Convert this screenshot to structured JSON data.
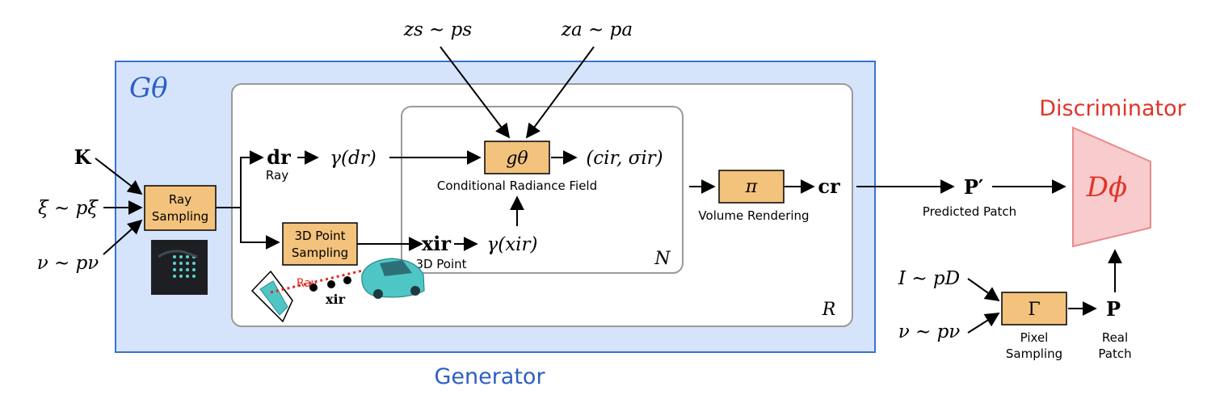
{
  "title_generator": "Generator",
  "title_discriminator": "Discriminator",
  "g_theta": "Gθ",
  "inputs": {
    "K": "K",
    "xi": "ξ ∼ pξ",
    "nu": "ν ∼ pν"
  },
  "latent": {
    "zs": "zs ∼ ps",
    "za": "za ∼ pa"
  },
  "boxes": {
    "ray_sampling_1": "Ray",
    "ray_sampling_2": "Sampling",
    "point_sampling_1": "3D Point",
    "point_sampling_2": "Sampling",
    "g_theta_box": "gθ",
    "pi_box": "π",
    "gamma_box": "Γ"
  },
  "labels": {
    "ray_dir": "dr",
    "ray": "Ray",
    "gamma_d": "γ(dr)",
    "point": "xir",
    "point_label": "3D Point",
    "gamma_x": "γ(xir)",
    "crf_output": "(cir, σir)",
    "crf_label": "Conditional Radiance Field",
    "N": "N",
    "R": "R",
    "color": "cr",
    "volume_rendering": "Volume Rendering",
    "p_prime": "P′",
    "predicted_patch": "Predicted Patch",
    "image_input": "I ∼ pD",
    "nu_real": "ν ∼ pν",
    "pixel_sampling_1": "Pixel",
    "pixel_sampling_2": "Sampling",
    "p": "P",
    "real_patch_1": "Real",
    "real_patch_2": "Patch",
    "d_phi": "Dϕ",
    "illustration_ray": "Ray",
    "illustration_x": "xir"
  },
  "colors": {
    "generator_bg": "#d6e4fb",
    "generator_border": "#3a72d0",
    "box_fill": "#f3c27c",
    "disc_fill": "#f8cccd",
    "disc_stroke": "#e88a8c",
    "gen_text": "#2b5fc4",
    "disc_text": "#e0342a"
  }
}
